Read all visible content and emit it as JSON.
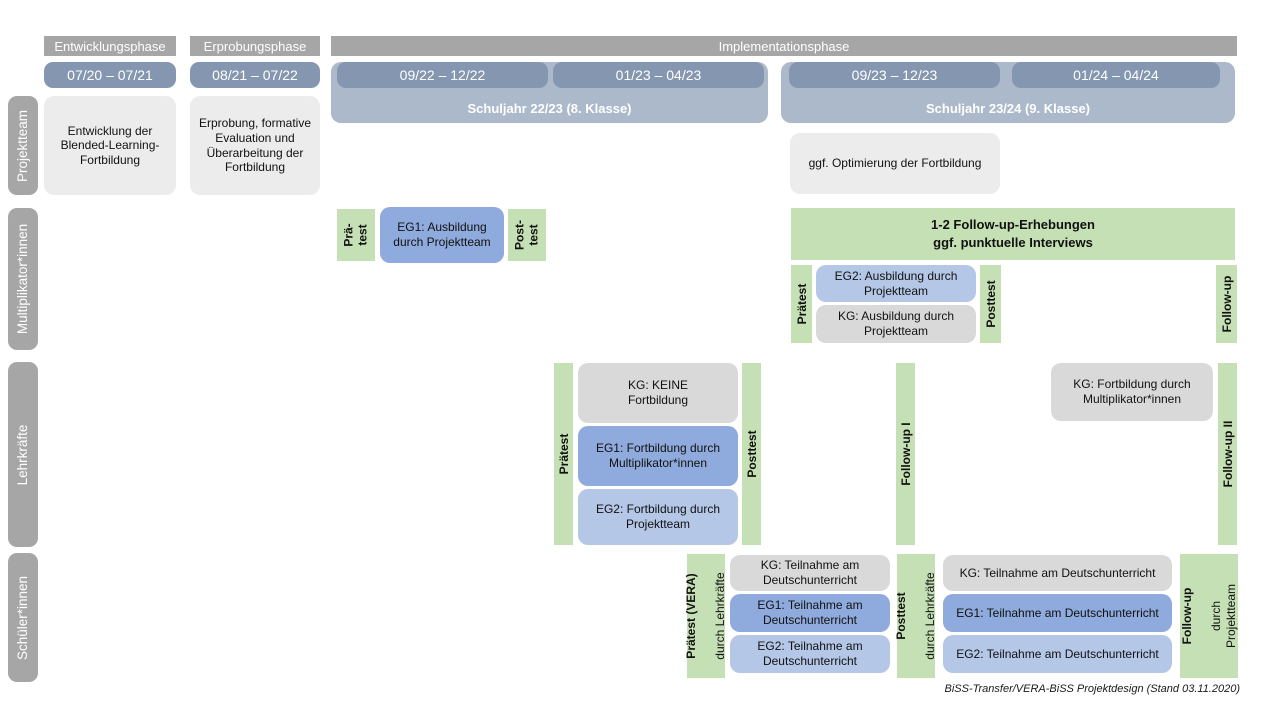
{
  "phases": {
    "entwicklung": "Entwicklungsphase",
    "erprobung": "Erprobungsphase",
    "implementation": "Implementationsphase"
  },
  "dates": {
    "d1": "07/20 – 07/21",
    "d2": "08/21 – 07/22",
    "d3": "09/22 – 12/22",
    "d4": "01/23 – 04/23",
    "d5": "09/23 – 12/23",
    "d6": "01/24 – 04/24"
  },
  "school_years": {
    "sy1": "Schuljahr 22/23 (8. Klasse)",
    "sy2": "Schuljahr 23/24 (9. Klasse)"
  },
  "rows": {
    "projektteam": {
      "label": "Projektteam",
      "box_entwicklung": "Entwicklung der Blended-Learning-Fortbildung",
      "box_erprobung": "Erprobung, formative Evaluation und Überarbeitung der Fortbildung",
      "box_optimierung": "ggf. Optimierung der Fortbildung"
    },
    "multiplikatoren": {
      "label": "Multiplikator*innen",
      "bar_pratest": "Prä-\ntest",
      "box_eg1": "EG1: Ausbildung durch Projektteam",
      "bar_posttest_split": "Post-\ntest",
      "box_followup": "1-2 Follow-up-Erhebungen\nggf. punktuelle Interviews",
      "bar_praetest": "Prätest",
      "box_eg2": "EG2: Ausbildung durch Projektteam",
      "box_kg": "KG: Ausbildung durch Projektteam",
      "bar_posttest": "Posttest",
      "bar_followup": "Follow-up"
    },
    "lehrkraefte": {
      "label": "Lehrkräfte",
      "bar_praetest": "Prätest",
      "box_kg": "KG: KEINE Fortbildung",
      "box_eg1": "EG1: Fortbildung durch Multiplikator*innen",
      "box_eg2": "EG2: Fortbildung durch Projektteam",
      "bar_posttest": "Posttest",
      "bar_followup1": "Follow-up I",
      "box_kg2": "KG: Fortbildung durch Multiplikator*innen",
      "bar_followup2": "Follow-up II"
    },
    "schueler": {
      "label": "Schüler*innen",
      "bar_praetest_bold": "Prätest (VERA)",
      "bar_praetest_rest": "durch Lehrkräfte",
      "box_kg": "KG: Teilnahme am Deutschunterricht",
      "box_eg1": "EG1: Teilnahme am Deutschunterricht",
      "box_eg2": "EG2: Teilnahme am Deutschunterricht",
      "bar_posttest_bold": "Posttest",
      "bar_posttest_rest": "durch Lehrkräfte",
      "bar_followup_bold": "Follow-up",
      "bar_followup_rest": "durch Projektteam"
    }
  },
  "footer": {
    "caption": "BiSS-Transfer/VERA-BiSS Projektdesign (Stand 03.11.2020)"
  },
  "colors": {
    "phase_gray": "#a6a6a6",
    "date_blue": "#8496b0",
    "band_blue": "#acb9ca",
    "test_green": "#c5e0b4",
    "eg1_blue": "#8faadc",
    "eg2_blue": "#b4c7e7",
    "kg_gray": "#d9d9d9",
    "box_gray": "#ececec"
  }
}
